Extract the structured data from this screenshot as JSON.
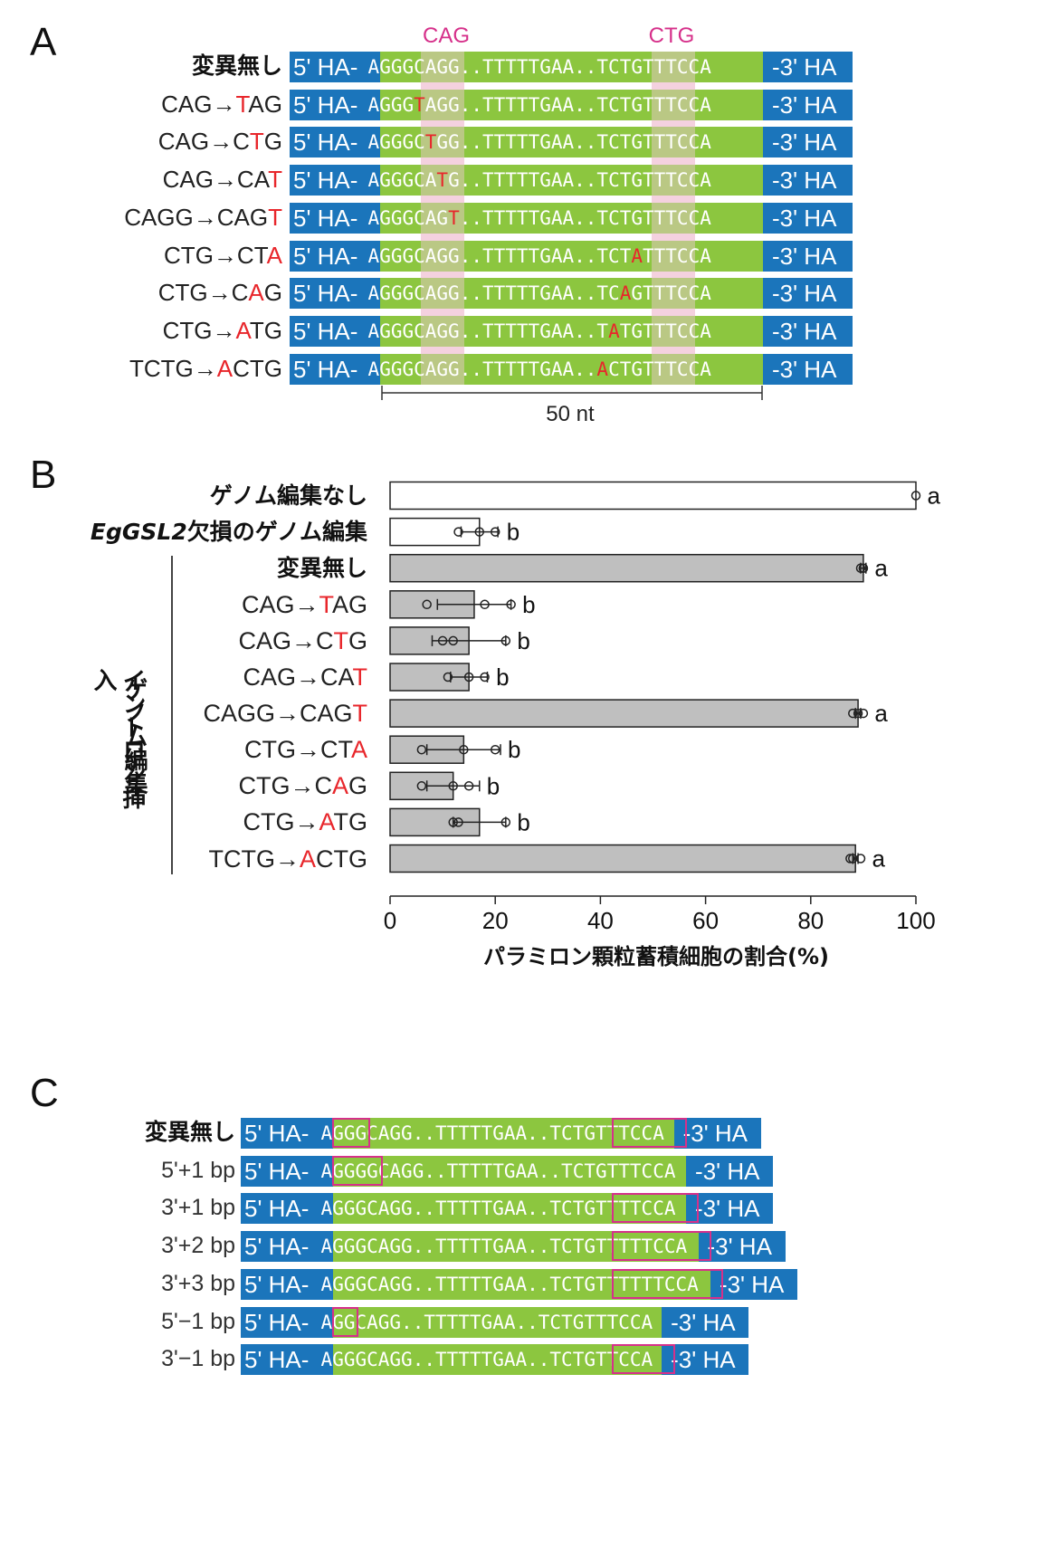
{
  "panelA": {
    "letter": "A",
    "marker_left": "CAG",
    "marker_right": "CTG",
    "left_ha": "5' HA-",
    "right_ha": "-3' HA",
    "scale_label": "50 nt",
    "rows": [
      {
        "label_parts": [
          {
            "t": "変異無し",
            "red": false
          }
        ],
        "seq_parts": [
          {
            "t": "AGGGCAGG..TTTTTGAA..TCTGTTTCCA",
            "red": false
          }
        ]
      },
      {
        "label_parts": [
          {
            "t": "CAG→",
            "red": false
          },
          {
            "t": "T",
            "red": true
          },
          {
            "t": "AG",
            "red": false
          }
        ],
        "seq_parts": [
          {
            "t": "AGGG",
            "red": false
          },
          {
            "t": "T",
            "red": true
          },
          {
            "t": "AGG..TTTTTGAA..TCTGTTTCCA",
            "red": false
          }
        ]
      },
      {
        "label_parts": [
          {
            "t": "CAG→C",
            "red": false
          },
          {
            "t": "T",
            "red": true
          },
          {
            "t": "G",
            "red": false
          }
        ],
        "seq_parts": [
          {
            "t": "AGGGC",
            "red": false
          },
          {
            "t": "T",
            "red": true
          },
          {
            "t": "GG..TTTTTGAA..TCTGTTTCCA",
            "red": false
          }
        ]
      },
      {
        "label_parts": [
          {
            "t": "CAG→CA",
            "red": false
          },
          {
            "t": "T",
            "red": true
          }
        ],
        "seq_parts": [
          {
            "t": "AGGGCA",
            "red": false
          },
          {
            "t": "T",
            "red": true
          },
          {
            "t": "G..TTTTTGAA..TCTGTTTCCA",
            "red": false
          }
        ]
      },
      {
        "label_parts": [
          {
            "t": "CAGG→CAG",
            "red": false
          },
          {
            "t": "T",
            "red": true
          }
        ],
        "seq_parts": [
          {
            "t": "AGGGCAG",
            "red": false
          },
          {
            "t": "T",
            "red": true
          },
          {
            "t": "..TTTTTGAA..TCTGTTTCCA",
            "red": false
          }
        ]
      },
      {
        "label_parts": [
          {
            "t": "CTG→CT",
            "red": false
          },
          {
            "t": "A",
            "red": true
          }
        ],
        "seq_parts": [
          {
            "t": "AGGGCAGG..TTTTTGAA..TCT",
            "red": false
          },
          {
            "t": "A",
            "red": true
          },
          {
            "t": "TTTCCA",
            "red": false
          }
        ]
      },
      {
        "label_parts": [
          {
            "t": "CTG→C",
            "red": false
          },
          {
            "t": "A",
            "red": true
          },
          {
            "t": "G",
            "red": false
          }
        ],
        "seq_parts": [
          {
            "t": "AGGGCAGG..TTTTTGAA..TC",
            "red": false
          },
          {
            "t": "A",
            "red": true
          },
          {
            "t": "GTTTCCA",
            "red": false
          }
        ]
      },
      {
        "label_parts": [
          {
            "t": "CTG→",
            "red": false
          },
          {
            "t": "A",
            "red": true
          },
          {
            "t": "TG",
            "red": false
          }
        ],
        "seq_parts": [
          {
            "t": "AGGGCAGG..TTTTTGAA..T",
            "red": false
          },
          {
            "t": "A",
            "red": true
          },
          {
            "t": "TGTTTCCA",
            "red": false
          }
        ]
      },
      {
        "label_parts": [
          {
            "t": "TCTG→",
            "red": false
          },
          {
            "t": "A",
            "red": true
          },
          {
            "t": "CTG",
            "red": false
          }
        ],
        "seq_parts": [
          {
            "t": "AGGGCAGG..TTTTTGAA..",
            "red": false
          },
          {
            "t": "A",
            "red": true
          },
          {
            "t": "CTGTTTCCA",
            "red": false
          }
        ]
      }
    ]
  },
  "panelB": {
    "letter": "B",
    "group_label_line1": "イントロン挿入",
    "group_label_line2": "ゲノム編集",
    "xlabel": "パラミロン顆粒蓄積細胞の割合(%)",
    "xticks": [
      "0",
      "20",
      "40",
      "60",
      "80",
      "100"
    ],
    "colors": {
      "white_bar": "#ffffff",
      "gray_bar": "#bfbfbf",
      "edge": "#222222",
      "red": "#e8262b"
    }
  },
  "chart_data": {
    "type": "bar",
    "orientation": "horizontal",
    "xlabel": "パラミロン顆粒蓄積細胞の割合(%)",
    "xlim": [
      0,
      100
    ],
    "categories": [
      {
        "parts": [
          {
            "t": "ゲノム編集なし",
            "red": false
          }
        ],
        "style": "jp"
      },
      {
        "parts": [
          {
            "t": "EgGSL2",
            "red": false,
            "italic": true
          },
          {
            "t": "欠損のゲノム編集",
            "red": false
          }
        ],
        "style": "jp"
      },
      {
        "parts": [
          {
            "t": "変異無し",
            "red": false
          }
        ],
        "style": "jp"
      },
      {
        "parts": [
          {
            "t": "CAG→",
            "red": false
          },
          {
            "t": "T",
            "red": true
          },
          {
            "t": "AG",
            "red": false
          }
        ],
        "style": "en"
      },
      {
        "parts": [
          {
            "t": "CAG→C",
            "red": false
          },
          {
            "t": "T",
            "red": true
          },
          {
            "t": "G",
            "red": false
          }
        ],
        "style": "en"
      },
      {
        "parts": [
          {
            "t": "CAG→CA",
            "red": false
          },
          {
            "t": "T",
            "red": true
          }
        ],
        "style": "en"
      },
      {
        "parts": [
          {
            "t": "CAGG→CAG",
            "red": false
          },
          {
            "t": "T",
            "red": true
          }
        ],
        "style": "en"
      },
      {
        "parts": [
          {
            "t": "CTG→CT",
            "red": false
          },
          {
            "t": "A",
            "red": true
          }
        ],
        "style": "en"
      },
      {
        "parts": [
          {
            "t": "CTG→C",
            "red": false
          },
          {
            "t": "A",
            "red": true
          },
          {
            "t": "G",
            "red": false
          }
        ],
        "style": "en"
      },
      {
        "parts": [
          {
            "t": "CTG→",
            "red": false
          },
          {
            "t": "A",
            "red": true
          },
          {
            "t": "TG",
            "red": false
          }
        ],
        "style": "en"
      },
      {
        "parts": [
          {
            "t": "TCTG→",
            "red": false
          },
          {
            "t": "A",
            "red": true
          },
          {
            "t": "CTG",
            "red": false
          }
        ],
        "style": "en"
      }
    ],
    "values": [
      100,
      17,
      90,
      16,
      15,
      15,
      89,
      14,
      12,
      17,
      88.5
    ],
    "error": [
      0,
      3.5,
      0.5,
      7,
      7,
      3.5,
      0.5,
      7,
      5,
      5,
      0.5
    ],
    "points": [
      [
        100
      ],
      [
        13,
        17,
        20
      ],
      [
        90,
        90,
        89.5
      ],
      [
        7,
        18,
        23
      ],
      [
        10,
        12,
        22
      ],
      [
        11,
        15,
        18
      ],
      [
        88,
        89,
        90
      ],
      [
        6,
        14,
        20
      ],
      [
        6,
        12,
        15
      ],
      [
        12,
        13,
        22
      ],
      [
        87.5,
        88,
        89.5
      ]
    ],
    "letters": [
      "a",
      "b",
      "a",
      "b",
      "b",
      "b",
      "a",
      "b",
      "b",
      "b",
      "a"
    ],
    "bar_colors": [
      "white",
      "white",
      "gray",
      "gray",
      "gray",
      "gray",
      "gray",
      "gray",
      "gray",
      "gray",
      "gray"
    ]
  },
  "panelC": {
    "letter": "C",
    "left_ha": "5' HA-",
    "right_ha": "-3' HA",
    "rows": [
      {
        "label": "変異無し",
        "jp": true,
        "seq": "AGGGCAGG..TTTTTGAA..TCTGTTTCCA",
        "boxes": [
          [
            1,
            4
          ],
          [
            24,
            30
          ]
        ]
      },
      {
        "label": "5'+1 bp",
        "jp": false,
        "seq": "AGGGGCAGG..TTTTTGAA..TCTGTTTCCA",
        "boxes": [
          [
            1,
            5
          ]
        ]
      },
      {
        "label": "3'+1 bp",
        "jp": false,
        "seq": "AGGGCAGG..TTTTTGAA..TCTGTTTTCCA",
        "boxes": [
          [
            24,
            31
          ]
        ]
      },
      {
        "label": "3'+2 bp",
        "jp": false,
        "seq": "AGGGCAGG..TTTTTGAA..TCTGTTTTTCCA",
        "boxes": [
          [
            24,
            32
          ]
        ]
      },
      {
        "label": "3'+3 bp",
        "jp": false,
        "seq": "AGGGCAGG..TTTTTGAA..TCTGTTTTTTCCA",
        "boxes": [
          [
            24,
            33
          ]
        ]
      },
      {
        "label": "5'−1 bp",
        "jp": false,
        "seq": "AGGCAGG..TTTTTGAA..TCTGTTTCCA",
        "boxes": [
          [
            1,
            3
          ]
        ]
      },
      {
        "label": "3'−1 bp",
        "jp": false,
        "seq": "AGGGCAGG..TTTTTGAA..TCTGTTCCA",
        "boxes": [
          [
            24,
            29
          ]
        ]
      }
    ]
  }
}
